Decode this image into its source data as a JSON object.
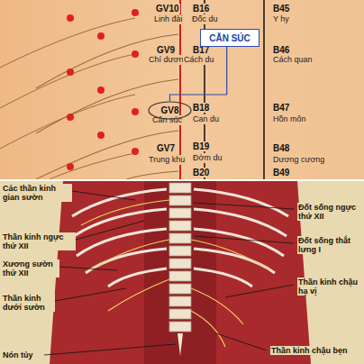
{
  "diagram": {
    "nodes": [
      {
        "text": [
          "CĂN SÚC"
        ]
      },
      {
        "text": [
          "GV8"
        ]
      }
    ],
    "edges": [
      {
        "from": 0,
        "to": 1,
        "arrow": "none"
      }
    ],
    "labels": [
      "GV10",
      "Linh đài",
      "B16",
      "Đốc du",
      "B45",
      "Y hy",
      "GV9",
      "Chí dương",
      "B17",
      "Cách du",
      "B46",
      "Cách quan",
      "Cân súc",
      "B18",
      "Can du",
      "B47",
      "Hồn môn",
      "GV7",
      "Trung khu",
      "B19",
      "Đởm du",
      "B48",
      "Dương cương",
      "B20",
      "B49",
      "Các thần kinh gian sườn",
      "Thần kinh ngực thứ XII",
      "Xương sườn thứ XII",
      "Thần kinh dưới sườn",
      "Nón tủy",
      "Đốt sống ngực thứ XII",
      "Đốt sống thắt lưng I",
      "Thần kinh chậu hạ vị",
      "Thần kinh chậu bẹn"
    ]
  }
}
